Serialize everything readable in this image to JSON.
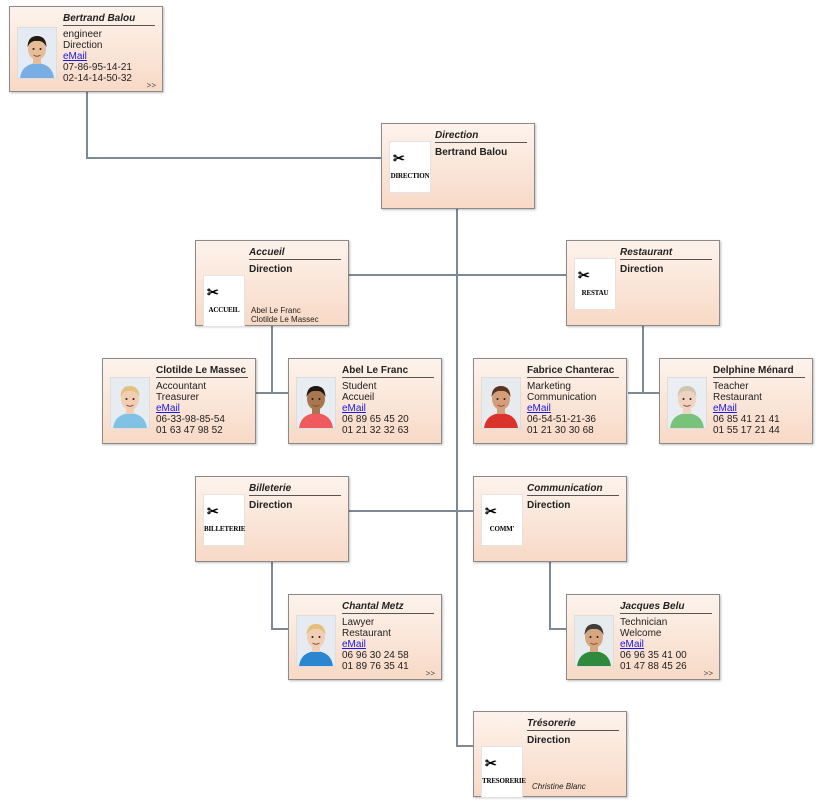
{
  "people": {
    "bertrand": {
      "name": "Bertrand Balou",
      "lines": [
        "engineer",
        "Direction"
      ],
      "email": "eMail",
      "phones": [
        "07-86-95-14-21",
        "02-14-14-50-32"
      ],
      "more": ">>",
      "skin": "#e7bd99",
      "hair": "#231a12",
      "shirt": "#78aee4",
      "bg": "#e4ebf3"
    },
    "clotilde": {
      "name": "Clotilde Le Massec",
      "lines": [
        "Accountant",
        "Treasurer"
      ],
      "email": "eMail",
      "phones": [
        "06-33-98-85-54",
        "01 63 47 98 52"
      ],
      "skin": "#f2cdb1",
      "hair": "#e3c07d",
      "shirt": "#7fc2e3",
      "bg": "#e6ecf1"
    },
    "abel": {
      "name": "Abel Le Franc",
      "lines": [
        "Student",
        "Accueil"
      ],
      "email": "eMail",
      "phones": [
        "06 89 65 45 20",
        "01 21 32 32 63"
      ],
      "skin": "#a8764f",
      "hair": "#1e1610",
      "shirt": "#ee5a5d",
      "bg": "#e8edf1"
    },
    "fabrice": {
      "name": "Fabrice Chanterac",
      "lines": [
        "Marketing",
        "Communication"
      ],
      "email": "eMail",
      "phones": [
        "06-54-51-21-36",
        "01 21 30 30 68"
      ],
      "skin": "#d59e7b",
      "hair": "#5a3320",
      "shirt": "#d9332b",
      "bg": "#e7ebef"
    },
    "delphine": {
      "name": "Delphine Ménard",
      "lines": [
        "Teacher",
        "Restaurant"
      ],
      "email": "eMail",
      "phones": [
        "06 85 41 21 41",
        "01 55 17 21 44"
      ],
      "skin": "#efd2c0",
      "hair": "#cfc6b2",
      "shirt": "#79c27c",
      "bg": "#eaeef2"
    },
    "chantal": {
      "name": "Chantal Metz",
      "lines": [
        "Lawyer",
        "Restaurant"
      ],
      "email": "eMail",
      "phones": [
        "06 96 30 24 58",
        "01 89 76 35 41"
      ],
      "more": ">>",
      "skin": "#f1cfb6",
      "hair": "#e6c07b",
      "shirt": "#2b86d2",
      "bg": "#e6ebf1"
    },
    "jacques": {
      "name": "Jacques Belu",
      "lines": [
        "Technician",
        "Welcome"
      ],
      "email": "eMail",
      "phones": [
        "06 96 35 41 00",
        "01 47 88 45 26"
      ],
      "more": ">>",
      "skin": "#d6a77f",
      "hair": "#3d3d3d",
      "shirt": "#2f8a3e",
      "bg": "#e7ebee"
    }
  },
  "units": {
    "direction": {
      "title": "Direction",
      "subtitle": "Bertrand Balou",
      "logo_text": "DIRECTION",
      "members": []
    },
    "accueil": {
      "title": "Accueil",
      "subtitle": "Direction",
      "logo_text": "ACCUEIL",
      "members": [
        "Abel Le Franc",
        "Clotilde Le Massec"
      ]
    },
    "restaurant": {
      "title": "Restaurant",
      "subtitle": "Direction",
      "logo_text": "RESTAU",
      "members": []
    },
    "billeterie": {
      "title": "Billeterie",
      "subtitle": "Direction",
      "logo_text": "BILLETERIE",
      "members": []
    },
    "communication": {
      "title": "Communication",
      "subtitle": "Direction",
      "logo_text": "COMM'",
      "members": []
    },
    "tresorerie": {
      "title": "Trésorerie",
      "subtitle": "Direction",
      "logo_text": "TRESORERIE",
      "members": [
        "Christine Blanc"
      ]
    }
  },
  "colors": {
    "connector": "#7d8a96",
    "link": "#1a1aee",
    "card_top": "#fdf3ec",
    "card_bottom": "#f8d9c6"
  }
}
